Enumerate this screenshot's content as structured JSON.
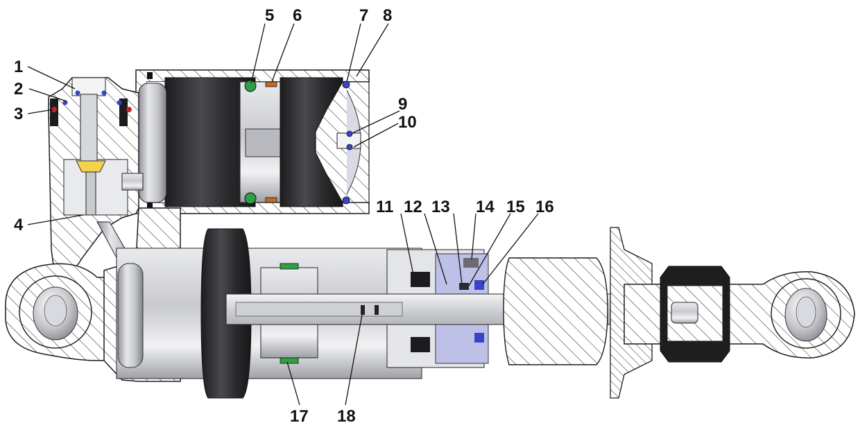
{
  "callouts": [
    {
      "id": "c1",
      "label": "1"
    },
    {
      "id": "c2",
      "label": "2"
    },
    {
      "id": "c3",
      "label": "3"
    },
    {
      "id": "c4",
      "label": "4"
    },
    {
      "id": "c5",
      "label": "5"
    },
    {
      "id": "c6",
      "label": "6"
    },
    {
      "id": "c7",
      "label": "7"
    },
    {
      "id": "c8",
      "label": "8"
    },
    {
      "id": "c9",
      "label": "9"
    },
    {
      "id": "c10",
      "label": "10"
    },
    {
      "id": "c11",
      "label": "11"
    },
    {
      "id": "c12",
      "label": "12"
    },
    {
      "id": "c13",
      "label": "13"
    },
    {
      "id": "c14",
      "label": "14"
    },
    {
      "id": "c15",
      "label": "15"
    },
    {
      "id": "c16",
      "label": "16"
    },
    {
      "id": "c17",
      "label": "17"
    },
    {
      "id": "c18",
      "label": "18"
    }
  ],
  "colors": {
    "outline": "#1a1a1a",
    "hatch": "#2a2a2a",
    "steel_light": "#d7d8dc",
    "steel_mid": "#a6a8ad",
    "dark_piston": "#2e2e30",
    "seal_blue": "#3a43c8",
    "seal_green": "#2ea043",
    "seal_red": "#c0262b",
    "seal_orange": "#c26a2c",
    "valve_yellow": "#f2d34a",
    "lavender": "#bfc0e8"
  }
}
